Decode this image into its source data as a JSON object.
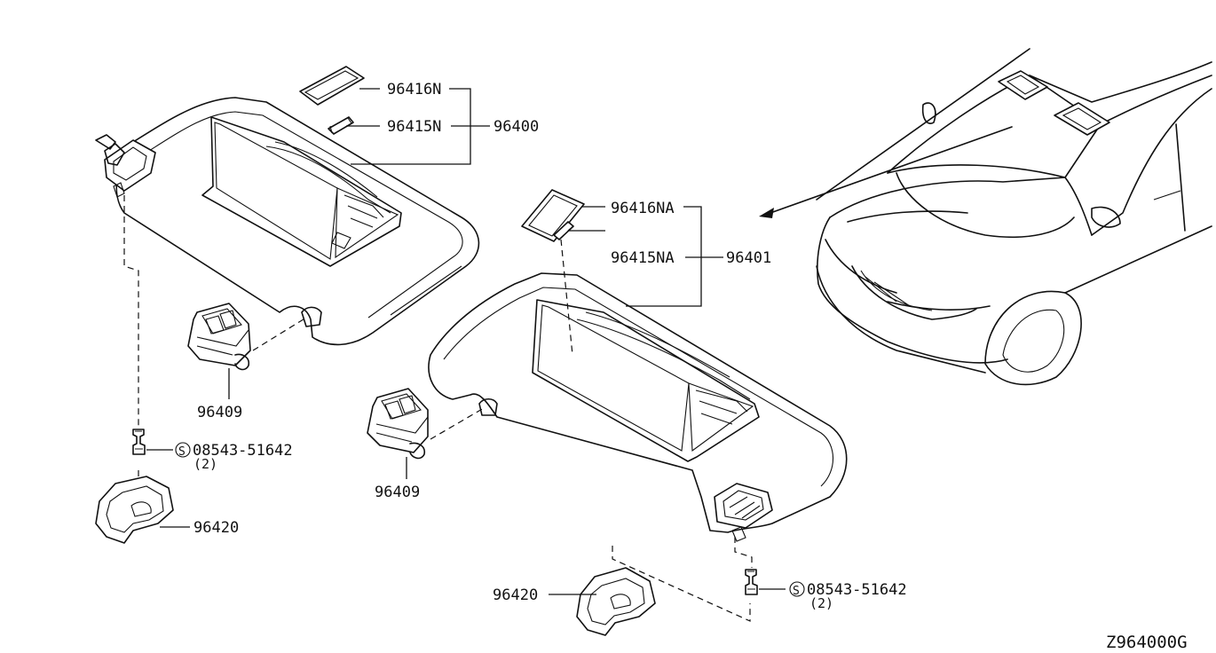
{
  "diagram_code": "Z964000G",
  "labels": {
    "mirror_lid_left": "96416N",
    "lamp_bulb_left": "96415N",
    "sun_visor_assy_left": "96400",
    "mirror_lid_right": "96416NA",
    "lamp_bulb_right": "96415NA",
    "sun_visor_assy_right": "96401",
    "holder_left": "96409",
    "holder_right": "96409",
    "cover_left": "96420",
    "cover_right": "96420",
    "screw_left": "08543-51642",
    "screw_left_qty": "(2)",
    "screw_right": "08543-51642",
    "screw_right_qty": "(2)",
    "standard_part_mark": "S"
  }
}
